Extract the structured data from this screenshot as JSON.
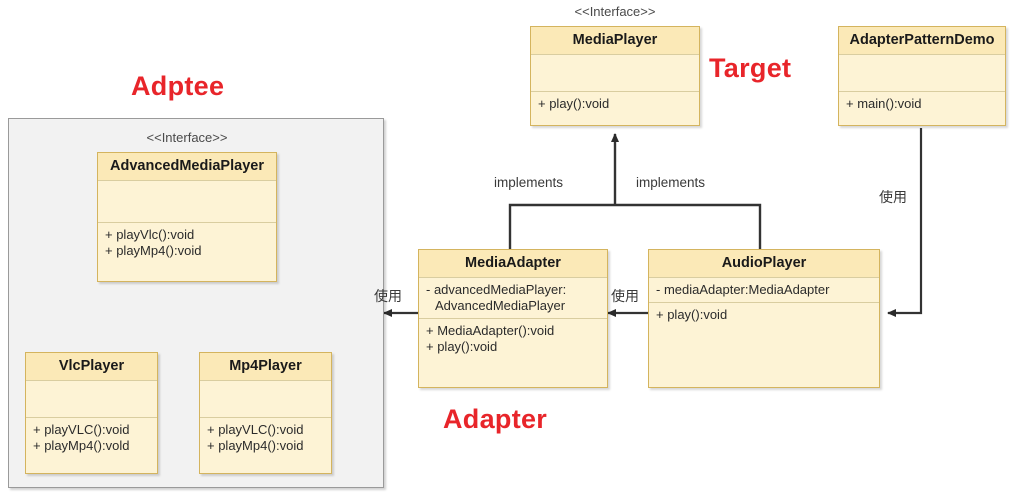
{
  "diagram": {
    "title": "Adapter Pattern UML Class Diagram",
    "colors": {
      "box_fill": "#fdf3d5",
      "box_header": "#fbe9b7",
      "box_border": "#d4b45e",
      "panel_fill": "#f2f2f2",
      "panel_border": "#9a9a9a",
      "accent_red": "#e8252a",
      "connector": "#333333"
    }
  },
  "section_labels": [
    {
      "text": "Adptee",
      "name": "adaptee-section-label"
    },
    {
      "text": "Target",
      "name": "target-section-label"
    },
    {
      "text": "Adapter",
      "name": "adapter-section-label"
    }
  ],
  "stereotypes": {
    "advanced_media_player": "<<Interface>>",
    "media_player": "<<Interface>>"
  },
  "classes": {
    "advanced_media_player": {
      "name": "AdvancedMediaPlayer",
      "attributes": [],
      "methods": [
        "+ playVlc():void",
        "+ playMp4():void"
      ]
    },
    "vlc_player": {
      "name": "VlcPlayer",
      "attributes": [],
      "methods": [
        "+ playVLC():void",
        "+ playMp4():vold"
      ]
    },
    "mp4_player": {
      "name": "Mp4Player",
      "attributes": [],
      "methods": [
        "+ playVLC():void",
        "+ playMp4():void"
      ]
    },
    "media_player": {
      "name": "MediaPlayer",
      "attributes": [],
      "methods": [
        "+ play():void"
      ]
    },
    "media_adapter": {
      "name": "MediaAdapter",
      "attributes": [
        "- advancedMediaPlayer:",
        "AdvancedMediaPlayer"
      ],
      "methods": [
        "+ MediaAdapter():void",
        "+ play():void"
      ]
    },
    "audio_player": {
      "name": "AudioPlayer",
      "attributes": [
        "- mediaAdapter:MediaAdapter"
      ],
      "methods": [
        "+ play():void"
      ]
    },
    "adapter_pattern_demo": {
      "name": "AdapterPatternDemo",
      "attributes": [],
      "methods": [
        "+ main():void"
      ]
    }
  },
  "edges": [
    {
      "name": "media-adapter-implements-label",
      "text": "implements"
    },
    {
      "name": "audio-player-implements-label",
      "text": "implements"
    },
    {
      "name": "media-adapter-uses-adaptee-label",
      "text": "使用"
    },
    {
      "name": "audio-player-uses-adapter-label",
      "text": "使用"
    },
    {
      "name": "demo-uses-audio-player-label",
      "text": "使用"
    }
  ]
}
